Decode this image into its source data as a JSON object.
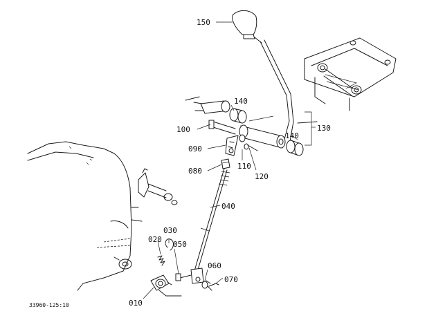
{
  "diagram": {
    "drawing_number": "33960-125:10",
    "callouts": [
      {
        "id": "150",
        "label": "150"
      },
      {
        "id": "140a",
        "label": "140"
      },
      {
        "id": "100",
        "label": "100"
      },
      {
        "id": "090",
        "label": "090"
      },
      {
        "id": "080",
        "label": "080"
      },
      {
        "id": "110",
        "label": "110"
      },
      {
        "id": "120",
        "label": "120"
      },
      {
        "id": "130",
        "label": "130"
      },
      {
        "id": "140b",
        "label": "140"
      },
      {
        "id": "040",
        "label": "040"
      },
      {
        "id": "030",
        "label": "030"
      },
      {
        "id": "020",
        "label": "020"
      },
      {
        "id": "050",
        "label": "050"
      },
      {
        "id": "060",
        "label": "060"
      },
      {
        "id": "070",
        "label": "070"
      },
      {
        "id": "010",
        "label": "010"
      }
    ]
  }
}
